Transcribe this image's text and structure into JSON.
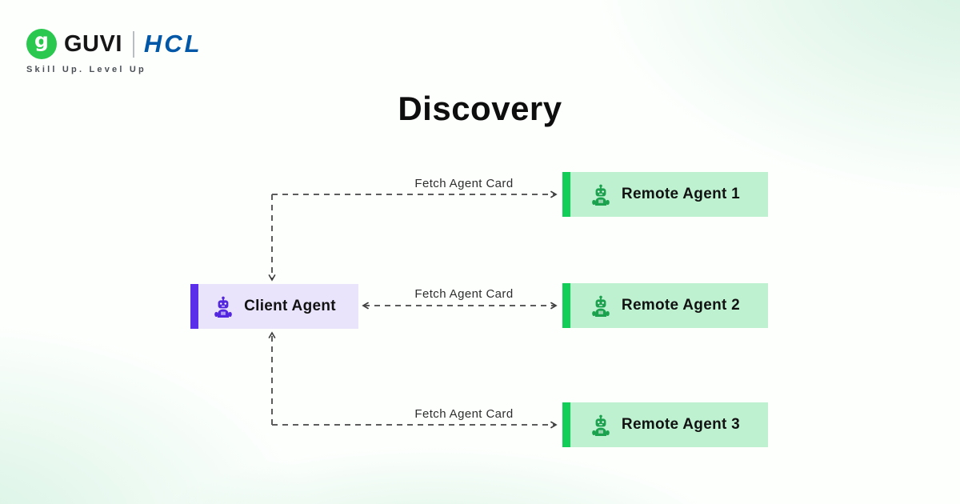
{
  "brand": {
    "guvi_label": "GUVI",
    "guvi_icon_letter": "g",
    "hcl_label": "HCL",
    "tagline": "Skill Up. Level Up",
    "colors": {
      "guvi_green": "#2BC84F",
      "hcl_blue": "#0157A7",
      "tagline_gray": "#4B4F55"
    }
  },
  "title": "Discovery",
  "diagram": {
    "client_agent": {
      "label": "Client Agent",
      "fill": "#EAE3FC",
      "accent": "#5B2EEA"
    },
    "remote_agents": [
      {
        "label": "Remote Agent 1"
      },
      {
        "label": "Remote Agent 2"
      },
      {
        "label": "Remote Agent 3"
      }
    ],
    "remote_style": {
      "fill": "#BDF1D0",
      "accent": "#10CE57",
      "icon_color": "#1CA24E"
    },
    "edges": [
      {
        "label": "Fetch Agent Card",
        "from": "client-agent",
        "to": "remote-agent-1",
        "arrows": "client-and-remote"
      },
      {
        "label": "Fetch Agent Card",
        "from": "client-agent",
        "to": "remote-agent-2",
        "arrows": "both-ends"
      },
      {
        "label": "Fetch Agent Card",
        "from": "client-agent",
        "to": "remote-agent-3",
        "arrows": "client-and-remote"
      }
    ],
    "connector_color": "#5C5C5C"
  }
}
